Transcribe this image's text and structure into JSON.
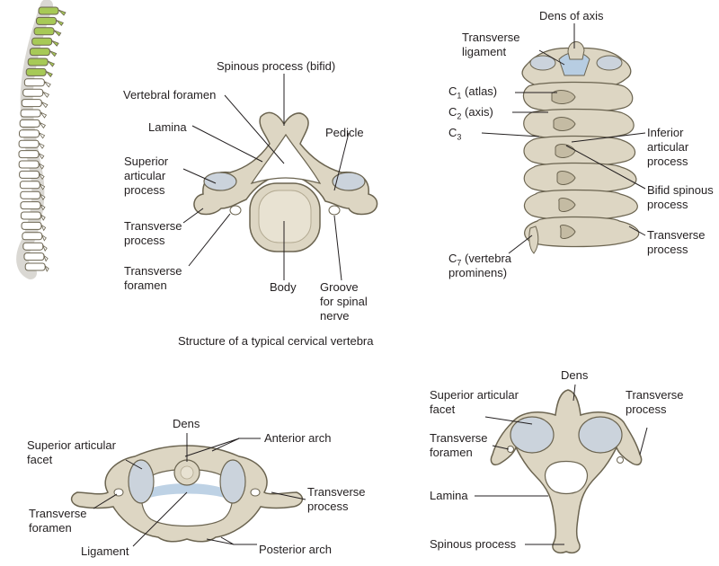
{
  "colors": {
    "bone": "#ddd6c3",
    "bone_edge": "#6b6450",
    "bone_shade": "#c4bba3",
    "cartilage": "#cbd3dc",
    "ligament": "#b7cde2",
    "highlight_green": "#a7c957",
    "leader": "#231f20",
    "text": "#231f20"
  },
  "icons": {
    "spine": "spine-side-view-icon"
  },
  "typical_vertebra": {
    "caption": "Structure of a typical cervical vertebra",
    "labels": {
      "spinous_process": "Spinous process (bifid)",
      "vertebral_foramen": "Vertebral foramen",
      "lamina": "Lamina",
      "pedicle": "Pedicle",
      "superior_articular_process": "Superior\narticular\nprocess",
      "transverse_process": "Transverse\nprocess",
      "transverse_foramen": "Transverse\nforamen",
      "body": "Body",
      "groove": "Groove\nfor spinal\nnerve"
    }
  },
  "cervical_column": {
    "labels": {
      "dens_of_axis": "Dens of axis",
      "transverse_ligament": "Transverse\nligament",
      "c1_prefix": "C",
      "c1_sub": "1",
      "c1_suffix": " (atlas)",
      "c2_prefix": "C",
      "c2_sub": "2",
      "c2_suffix": " (axis)",
      "c3_prefix": "C",
      "c3_sub": "3",
      "inferior_articular_process": "Inferior\narticular\nprocess",
      "bifid_spinous_process": "Bifid spinous\nprocess",
      "transverse_process": "Transverse\nprocess",
      "c7_prefix": "C",
      "c7_sub": "7",
      "c7_suffix": " (vertebra\nprominens)"
    }
  },
  "atlas": {
    "labels": {
      "dens": "Dens",
      "anterior_arch": "Anterior arch",
      "superior_articular_facet": "Superior articular\nfacet",
      "transverse_process": "Transverse\nprocess",
      "transverse_foramen": "Transverse\nforamen",
      "ligament": "Ligament",
      "posterior_arch": "Posterior arch"
    }
  },
  "axis": {
    "labels": {
      "dens": "Dens",
      "superior_articular_facet": "Superior articular\nfacet",
      "transverse_process": "Transverse\nprocess",
      "transverse_foramen": "Transverse\nforamen",
      "lamina": "Lamina",
      "spinous_process": "Spinous process"
    }
  }
}
